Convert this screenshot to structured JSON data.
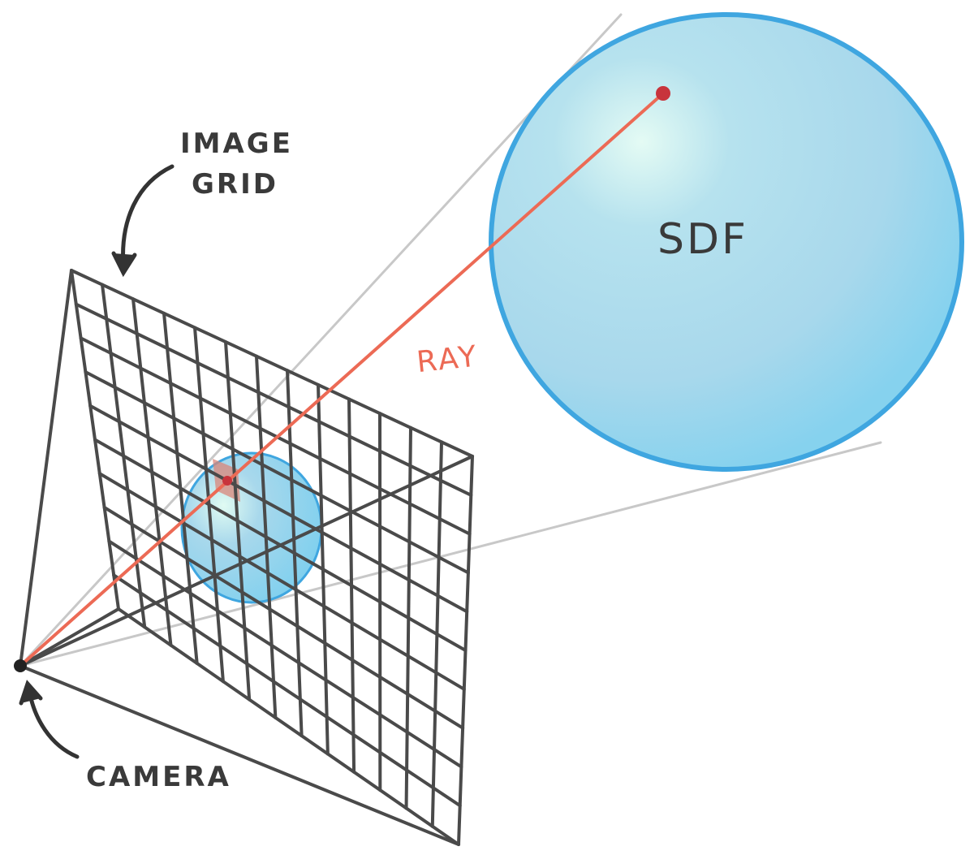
{
  "labels": {
    "image_grid_line1": "IMAGE",
    "image_grid_line2": "GRID",
    "sdf": "SDF",
    "ray": "RAY",
    "camera": "CAMERA"
  },
  "colors": {
    "grid": "#4a4a4a",
    "frustum": "#c8c8c8",
    "ray": "#ec6a55",
    "hit_point": "#c8343c",
    "sphere_fill": "#a6d8ee",
    "sphere_edge": "#3fa6e0",
    "text": "#3a3a3a"
  },
  "grid": {
    "columns": 13,
    "rows": 10
  }
}
